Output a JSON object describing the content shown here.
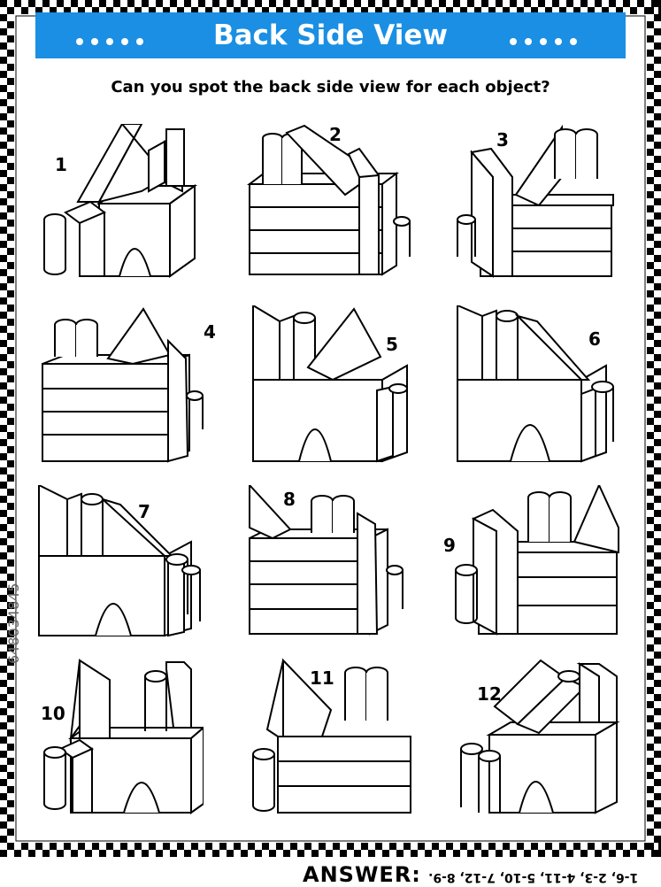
{
  "header": {
    "title": "Back Side View"
  },
  "question": "Can you spot the back side view for each object?",
  "objects": [
    {
      "number": "1"
    },
    {
      "number": "2"
    },
    {
      "number": "3"
    },
    {
      "number": "4"
    },
    {
      "number": "5"
    },
    {
      "number": "6"
    },
    {
      "number": "7"
    },
    {
      "number": "8"
    },
    {
      "number": "9"
    },
    {
      "number": "10"
    },
    {
      "number": "11"
    },
    {
      "number": "12"
    }
  ],
  "answer": {
    "label": "ANSWER:",
    "text": "1-6, 2-3, 4-11, 5-10, 7-12, 8-9."
  },
  "stock_id": "648034845",
  "colors": {
    "header": "#1a8fe3",
    "border": "#000000",
    "background": "#ffffff"
  }
}
